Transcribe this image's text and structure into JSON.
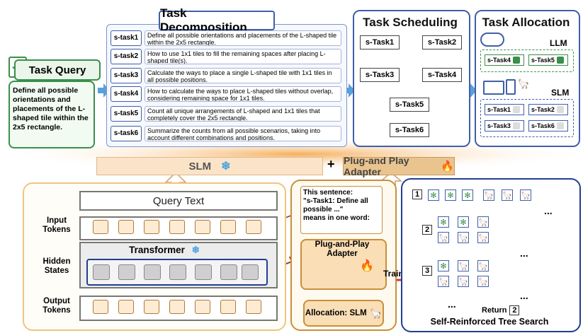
{
  "task_query": {
    "title": "Task Query",
    "text": "Define all possible orientations and placements of the L-shaped tile within the 2x5 rectangle."
  },
  "decomposition": {
    "title": "Task Decomposition",
    "subtasks": [
      {
        "tag": "s-task1",
        "text": "Define all possible orientations and placements of the L-shaped tile within the 2x5 rectangle."
      },
      {
        "tag": "s-task2",
        "text": "How to use 1x1 tiles to fill the remaining spaces after placing L-shaped tile(s)."
      },
      {
        "tag": "s-task3",
        "text": "Calculate the ways to place a single L-shaped tile with 1x1 tiles in all possible positions."
      },
      {
        "tag": "s-task4",
        "text": "How to calculate the ways to place L-shaped tiles without overlap, considering remaining space for 1x1 tiles."
      },
      {
        "tag": "s-task5",
        "text": "Count all unique arrangements of L-shaped and 1x1 tiles that completely cover the 2x5 rectangle."
      },
      {
        "tag": "s-task6",
        "text": "Summarize the counts from all possible scenarios, taking into account different combinations and positions."
      }
    ]
  },
  "scheduling": {
    "title": "Task Scheduling",
    "nodes": [
      "s-Task1",
      "s-Task2",
      "s-Task3",
      "s-Task4",
      "s-Task5",
      "s-Task6"
    ]
  },
  "allocation": {
    "title": "Task Allocation",
    "llm_label": "LLM",
    "slm_label": "SLM",
    "llm_tasks": [
      "s-Task4",
      "s-Task5"
    ],
    "slm_tasks": [
      "s-Task1",
      "s-Task2",
      "s-Task3",
      "s-Task6"
    ]
  },
  "band": {
    "slm": "SLM",
    "plus": "+",
    "adapter": "Plug-and Play Adapter"
  },
  "slm_panel": {
    "query_text": "Query Text",
    "input_tokens": "Input Tokens",
    "hidden_states": "Hidden States",
    "output_tokens": "Output Tokens",
    "transformer": "Transformer"
  },
  "adapter_panel": {
    "prompt_line1": "This sentence:",
    "prompt_line2": "\"s-Task1: Define all possible ...\"",
    "prompt_line3": "means in one word:",
    "adapter_label": "Plug-and-Play Adapter",
    "allocation_label": "Allocation: SLM",
    "training_label": "Training"
  },
  "tree": {
    "title": "Self-Reinforced Tree Search",
    "levels": [
      "1",
      "2",
      "3"
    ],
    "ellipsis": "...",
    "return_label": "Return",
    "return_level": "2"
  },
  "colors": {
    "llm_green": "#3a8f4a",
    "panel_blue": "#3f5fa8",
    "adapter_orange": "#c98f3a",
    "red_dash": "#d9343a"
  }
}
